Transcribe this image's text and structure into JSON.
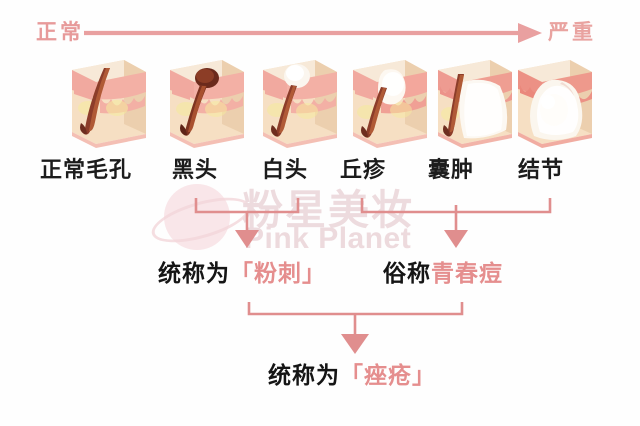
{
  "page": {
    "title": "痤疮发展程度示意图",
    "background": "#ffffff",
    "accent_rose": "#e58e8e",
    "accent_ink": "#151515",
    "watermark_color": "#eddadd"
  },
  "header": {
    "left_label": "正常",
    "right_label": "严重",
    "arrow_name": "severity-arrow"
  },
  "stages": [
    {
      "label": "正常毛孔",
      "type": "normal-pore"
    },
    {
      "label": "黑头",
      "type": "blackhead"
    },
    {
      "label": "白头",
      "type": "whitehead"
    },
    {
      "label": "丘疹",
      "type": "papule"
    },
    {
      "label": "囊肿",
      "type": "cyst"
    },
    {
      "label": "结节",
      "type": "nodule"
    }
  ],
  "groups": {
    "comedo": {
      "prefix": "统称为",
      "term": "「粉刺」"
    },
    "pimple": {
      "prefix": "俗称",
      "term": "青春痘"
    },
    "acne": {
      "prefix": "统称为",
      "term": "「痤疮」"
    }
  },
  "watermark": {
    "cn": "粉星美妆",
    "en": "Pink Planet"
  }
}
